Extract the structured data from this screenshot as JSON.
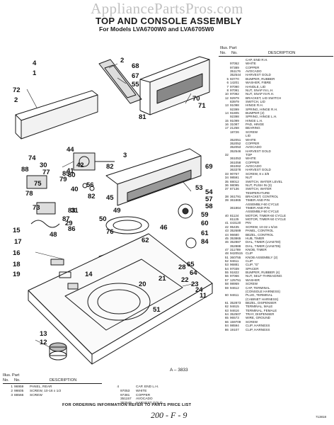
{
  "watermark": "AppliancePartsPros.com",
  "title": "TOP AND CONSOLE ASSEMBLY",
  "subtitle": "For Models LVA6700W0 and LVA6705W0",
  "diagram_label": "A – 3833",
  "callouts": [
    "2",
    "68",
    "67",
    "55",
    "4",
    "1",
    "72",
    "2",
    "70",
    "71",
    "81",
    "3",
    "44",
    "42",
    "41",
    "82",
    "69",
    "40",
    "56",
    "74",
    "79",
    "82",
    "45",
    "53",
    "54",
    "57",
    "58",
    "59",
    "60",
    "61",
    "84",
    "83",
    "29",
    "30",
    "88",
    "85",
    "87",
    "86",
    "75",
    "78",
    "73",
    "48",
    "77",
    "31",
    "50",
    "62",
    "46",
    "49",
    "76",
    "15",
    "17",
    "16",
    "18",
    "19",
    "20",
    "21",
    "22",
    "23",
    "24",
    "11",
    "51",
    "65",
    "64",
    "28",
    "14",
    "13",
    "12",
    "80"
  ],
  "parts_header": {
    "illus": "Illus. Part",
    "no": "No.",
    "part_no": "No.",
    "desc": "DESCRIPTION"
  },
  "parts": [
    [
      "",
      "",
      "CAP, END R.H."
    ],
    [
      "",
      "97052",
      "WHITE"
    ],
    [
      "",
      "97389",
      "COPPER"
    ],
    [
      "",
      "351176",
      "AVOCADO"
    ],
    [
      "",
      "352544",
      "HARVEST GOLD"
    ],
    [
      "5",
      "93770",
      "BUMPER, RUBBER"
    ],
    [
      "6",
      "14201",
      "WASHER, FIBRE"
    ],
    [
      "7",
      "97090",
      "HANDLE, LID"
    ],
    [
      "8",
      "97091",
      "NUT, SNAP IN L.H."
    ],
    [
      "10",
      "97092",
      "NUT, SNAP IN R.H."
    ],
    [
      "12",
      "92979",
      "BRACKET, LID SWITCH"
    ],
    [
      "",
      "83979",
      "SWITCH, LID"
    ],
    [
      "13",
      "91098",
      "HINGE R.H."
    ],
    [
      "",
      "92399",
      "SPRING, HINGE R.H."
    ],
    [
      "14",
      "91805",
      "BUMPER (2)"
    ],
    [
      "",
      "92398",
      "SPRING, HINGE L.H."
    ],
    [
      "15",
      "91099",
      "HINGE L.H."
    ],
    [
      "16",
      "31087",
      "PAD, HINGE"
    ],
    [
      "17",
      "21258",
      "BEARING"
    ],
    [
      "",
      "18726",
      "SCREW"
    ],
    [
      "",
      "",
      "LID"
    ],
    [
      "",
      "352051",
      "WHITE"
    ],
    [
      "",
      "352052",
      "COPPER"
    ],
    [
      "",
      "352053",
      "AVOCADO"
    ],
    [
      "",
      "352546",
      "HARVEST GOLD"
    ],
    [
      "32",
      "",
      "TOP"
    ],
    [
      "",
      "361053",
      "WHITE"
    ],
    [
      "",
      "361058",
      "COPPER"
    ],
    [
      "",
      "361062",
      "AVOCADO"
    ],
    [
      "",
      "363378",
      "HARVEST GOLD"
    ],
    [
      "33",
      "90767",
      "SCREW, 8 x 3/8"
    ],
    [
      "34",
      "98591",
      "NUT"
    ],
    [
      "35",
      "88012",
      "SWITCH, WATER LEVEL"
    ],
    [
      "36",
      "98095",
      "NUT, PUSH IN (3)"
    ],
    [
      "37",
      "87136",
      "SWITCH, WATER"
    ],
    [
      "",
      "",
      "TEMPERATURE"
    ],
    [
      "38",
      "361791",
      "BRACKET, CONTROL"
    ],
    [
      "39",
      "361865",
      "TIMER AND PIN"
    ],
    [
      "",
      "",
      "ASSEMBLY-60 CYCLE"
    ],
    [
      "",
      "361864",
      "TIMER AND PIN"
    ],
    [
      "",
      "",
      "ASSEMBLY-50 CYCLE"
    ],
    [
      "40",
      "81124",
      "MOTOR, TIMER-60 CYCLE"
    ],
    [
      "",
      "81125",
      "MOTOR, TIMER-50 CYCLE"
    ],
    [
      "41",
      "443120",
      "PIN"
    ],
    [
      "42",
      "95435",
      "SCREW, 10-32 x 5/16"
    ],
    [
      "43",
      "352689",
      "PANEL, CONTROL"
    ],
    [
      "44",
      "96680",
      "BEZEL, CONTROL"
    ],
    [
      "45",
      "353865",
      "HUB, TIMER"
    ],
    [
      "46",
      "352887",
      "DIAL, TIMER (LVA6700)"
    ],
    [
      "",
      "352888",
      "DIAL, TIMER (LVA6705)"
    ],
    [
      "47",
      "311789",
      "KNOB, TIMER"
    ],
    [
      "48",
      "9420515",
      "CLIP"
    ],
    [
      "51",
      "360755",
      "KNOB ASSEMBLY (2)"
    ],
    [
      "52",
      "94611",
      "CLIP"
    ],
    [
      "53",
      "96881",
      "CLIP, \"G\""
    ],
    [
      "54",
      "97039",
      "SPACER"
    ],
    [
      "55",
      "91822",
      "BUMPER, RUBBER (4)"
    ],
    [
      "56",
      "97066",
      "NUT, SELF-THREADING"
    ],
    [
      "57",
      "125751",
      "WASHER"
    ],
    [
      "58",
      "98959",
      "SCREW"
    ],
    [
      "59",
      "94612",
      "CAP, TERMINAL"
    ],
    [
      "",
      "",
      "(CONSOLE HARNESS)"
    ],
    [
      "60",
      "94611",
      "PLUG, TERMINAL"
    ],
    [
      "",
      "",
      "(CABINET HARNESS)"
    ],
    [
      "61",
      "352873",
      "BEZEL, DISPENSER"
    ],
    [
      "62",
      "94615",
      "TERMINAL, MALE"
    ],
    [
      "63",
      "94616",
      "TERMINAL, FEMALE"
    ],
    [
      "64",
      "352507",
      "TRAY, DISPENSER"
    ],
    [
      "65",
      "96573",
      "WIRE, GROUND"
    ],
    [
      "66",
      "159709",
      "SCREW"
    ],
    [
      "84",
      "98594",
      "CLIP, HARNESS"
    ],
    [
      "86",
      "19107",
      "CLIP, HARNESS"
    ]
  ],
  "bottom_header": {
    "illus": "Illus. Part",
    "no": "No.",
    "part_no": "No.",
    "desc": "DESCRIPTION"
  },
  "bottom_left": [
    [
      "1",
      "96959",
      "PANEL, REAR"
    ],
    [
      "2",
      "98605",
      "SCREW, 10-16 x 1/2"
    ],
    [
      "3",
      "88566",
      "SCREW"
    ]
  ],
  "bottom_right": [
    [
      "4",
      "",
      "CAP, END L.H."
    ],
    [
      "",
      "97053",
      "WHITE"
    ],
    [
      "",
      "97381",
      "COPPER"
    ],
    [
      "",
      "351157",
      "AVOCADO"
    ],
    [
      "",
      "352545",
      "HARVEST GOLD"
    ]
  ],
  "footer": "FOR ORDERING INFORMATION REFER TO PARTS PRICE LIST",
  "handwritten": "200 - F - 9",
  "doc_code": "713818"
}
